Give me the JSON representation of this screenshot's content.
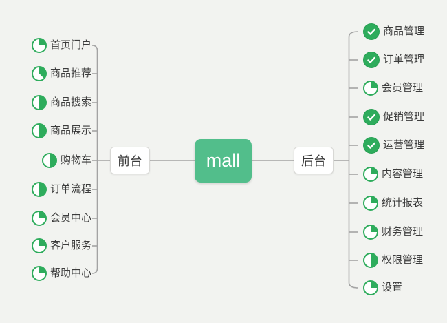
{
  "canvas": {
    "background": "#f2f3f0",
    "connector_color": "#a3a3a3"
  },
  "root": {
    "label": "mall",
    "background": "#52be8b",
    "text_color": "#ffffff"
  },
  "branches": [
    {
      "label": "前台",
      "side": "left",
      "children": [
        {
          "label": "首页门户",
          "progress": "1/4"
        },
        {
          "label": "商品推荐",
          "progress": "3/8"
        },
        {
          "label": "商品搜索",
          "progress": "1/2"
        },
        {
          "label": "商品展示",
          "progress": "1/2"
        },
        {
          "label": "购物车",
          "progress": "1/2"
        },
        {
          "label": "订单流程",
          "progress": "1/2"
        },
        {
          "label": "会员中心",
          "progress": "1/4"
        },
        {
          "label": "客户服务",
          "progress": "1/4"
        },
        {
          "label": "帮助中心",
          "progress": "1/4"
        }
      ]
    },
    {
      "label": "后台",
      "side": "right",
      "children": [
        {
          "label": "商品管理",
          "progress": "done"
        },
        {
          "label": "订单管理",
          "progress": "done"
        },
        {
          "label": "会员管理",
          "progress": "1/4"
        },
        {
          "label": "促销管理",
          "progress": "done"
        },
        {
          "label": "运营管理",
          "progress": "done"
        },
        {
          "label": "内容管理",
          "progress": "1/4"
        },
        {
          "label": "统计报表",
          "progress": "1/4"
        },
        {
          "label": "财务管理",
          "progress": "1/4"
        },
        {
          "label": "权限管理",
          "progress": "1/2"
        },
        {
          "label": "设置",
          "progress": "1/4"
        }
      ]
    }
  ],
  "icons": {
    "task_done": {
      "name": "check-done-icon",
      "fill": "#2eac5c",
      "glyph": "✓"
    },
    "task_progress": {
      "name": "progress-pie-icon",
      "color": "#2eac5c"
    }
  }
}
